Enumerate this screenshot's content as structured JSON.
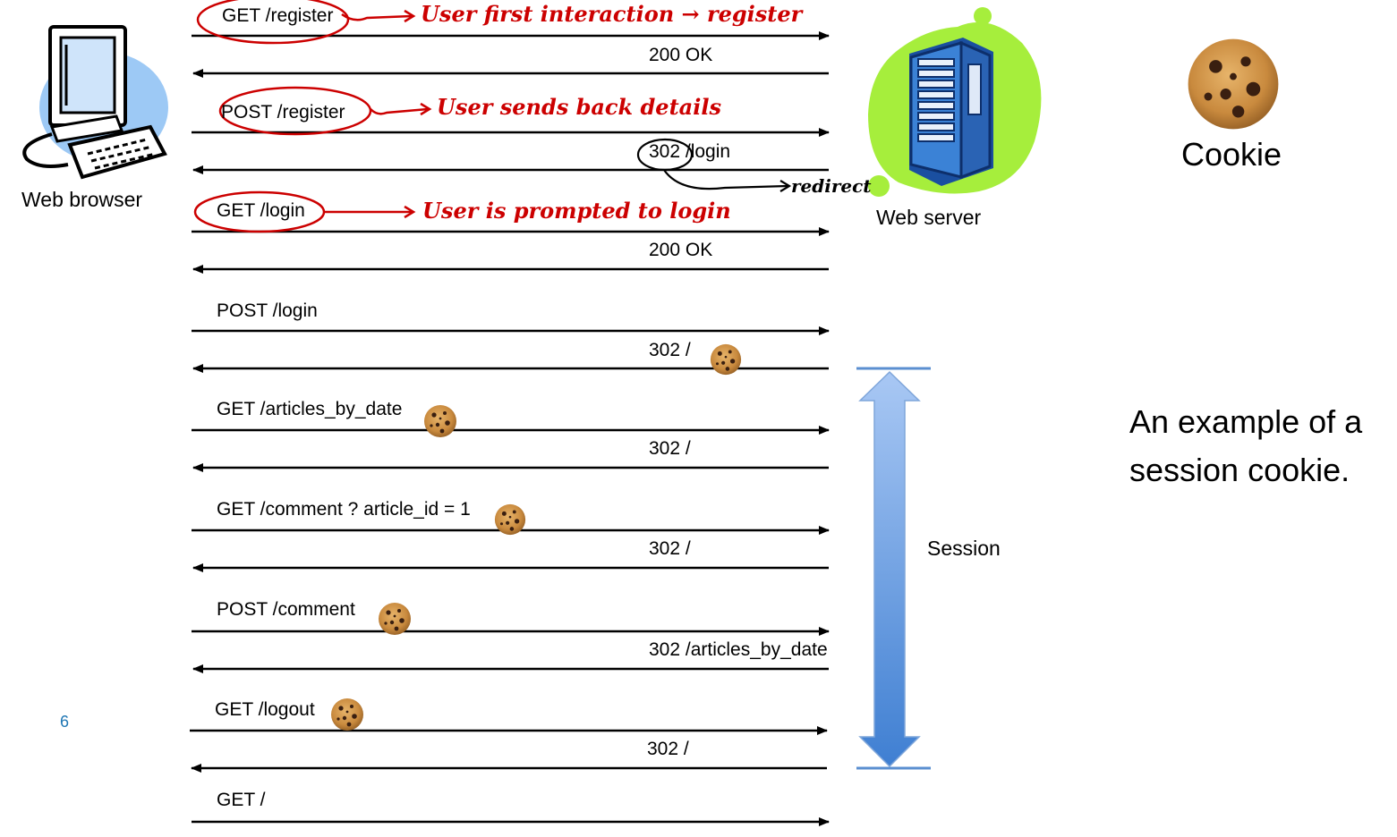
{
  "actors": {
    "client_label": "Web browser",
    "server_label": "Web server"
  },
  "messages": [
    {
      "id": "m1",
      "direction": "request",
      "label": "GET /register",
      "cookie": false
    },
    {
      "id": "m2",
      "direction": "response",
      "label": "200 OK",
      "cookie": false
    },
    {
      "id": "m3",
      "direction": "request",
      "label": "POST /register",
      "cookie": false
    },
    {
      "id": "m4",
      "direction": "response",
      "label": "302 /login",
      "cookie": false
    },
    {
      "id": "m5",
      "direction": "request",
      "label": "GET /login",
      "cookie": false
    },
    {
      "id": "m6",
      "direction": "response",
      "label": "200 OK",
      "cookie": false
    },
    {
      "id": "m7",
      "direction": "request",
      "label": "POST /login",
      "cookie": false
    },
    {
      "id": "m8",
      "direction": "response",
      "label": "302 /",
      "cookie": true
    },
    {
      "id": "m9",
      "direction": "request",
      "label": "GET /articles_by_date",
      "cookie": true
    },
    {
      "id": "m10",
      "direction": "response",
      "label": "302 /",
      "cookie": false
    },
    {
      "id": "m11",
      "direction": "request",
      "label": "GET /comment ? article_id = 1",
      "cookie": true
    },
    {
      "id": "m12",
      "direction": "response",
      "label": "302 /",
      "cookie": false
    },
    {
      "id": "m13",
      "direction": "request",
      "label": "POST /comment",
      "cookie": true
    },
    {
      "id": "m14",
      "direction": "response",
      "label": "302 /articles_by_date",
      "cookie": false
    },
    {
      "id": "m15",
      "direction": "request",
      "label": "GET /logout",
      "cookie": true
    },
    {
      "id": "m16",
      "direction": "response",
      "label": "302 /",
      "cookie": false
    },
    {
      "id": "m17",
      "direction": "request",
      "label": "GET /",
      "cookie": false
    }
  ],
  "annotations": {
    "register": "User first interaction → register",
    "details": "User sends back details",
    "redirect": "redirect",
    "login_prompt": "User is prompted to login"
  },
  "session_label": "Session",
  "cookie_label": "Cookie",
  "caption": "An example of a session cookie.",
  "page_number": "6",
  "colors": {
    "annotation": "#cc0000",
    "session_arrow_top": "#a9c8f4",
    "session_arrow_bottom": "#3f7fd2",
    "session_bar": "#5b8fd0",
    "server_blob": "#a6ee3c",
    "server_body": "#3b82d6",
    "browser_blob": "#9dc9f5",
    "page_number": "#1f77b4"
  }
}
